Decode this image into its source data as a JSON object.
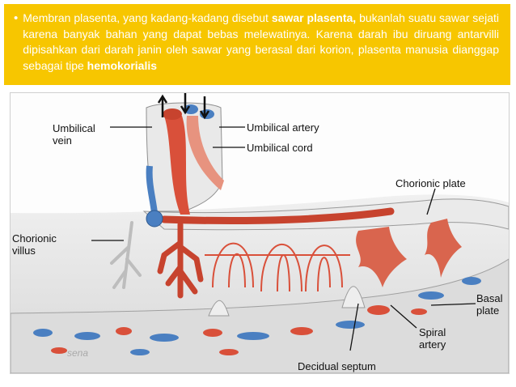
{
  "slide": {
    "bullet": "•",
    "text_part1": "Membran plasenta, yang kadang-kadang disebut ",
    "text_bold1": "sawar plasenta,",
    "text_part2": " bukanlah suatu sawar sejati karena banyak bahan yang dapat bebas melewatinya. Karena darah ibu diruang antarvilli dipisahkan dari darah janin oleh sawar yang berasal dari korion, plasenta manusia dianggap sebagai tipe ",
    "text_bold2": "hemokorialis"
  },
  "figure": {
    "labels": {
      "umbilical_vein_1": "Umbilical",
      "umbilical_vein_2": "vein",
      "umbilical_artery": "Umbilical artery",
      "umbilical_cord": "Umbilical cord",
      "chorionic_plate": "Chorionic plate",
      "chorionic_villus_1": "Chorionic",
      "chorionic_villus_2": "villus",
      "basal_plate_1": "Basal",
      "basal_plate_2": "plate",
      "spiral_artery_1": "Spiral",
      "spiral_artery_2": "artery",
      "decidual_septum": "Decidual septum",
      "signature": "sena"
    },
    "colors": {
      "artery_red": "#d9503a",
      "vein_blue": "#4a7fc1",
      "tissue": "#e6e6e6"
    }
  }
}
